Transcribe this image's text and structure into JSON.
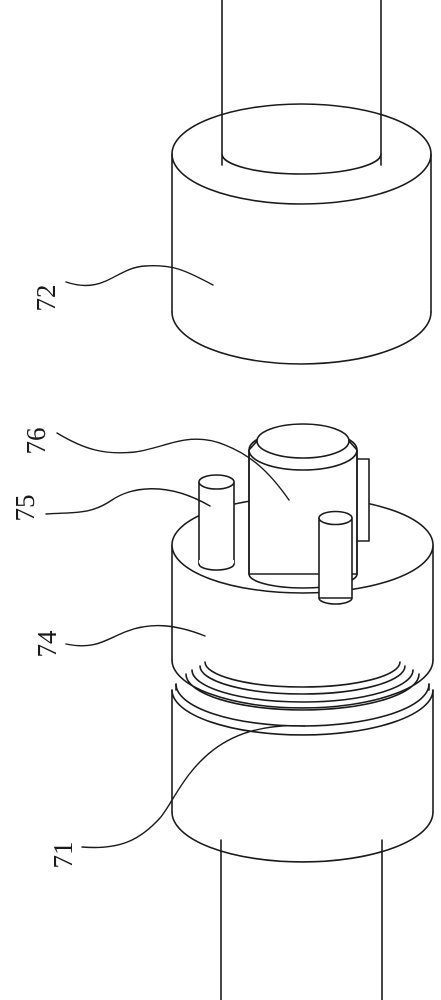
{
  "figure": {
    "labels": {
      "label_72": "72",
      "label_76": "76",
      "label_75": "75",
      "label_74": "74",
      "label_71": "71"
    }
  }
}
